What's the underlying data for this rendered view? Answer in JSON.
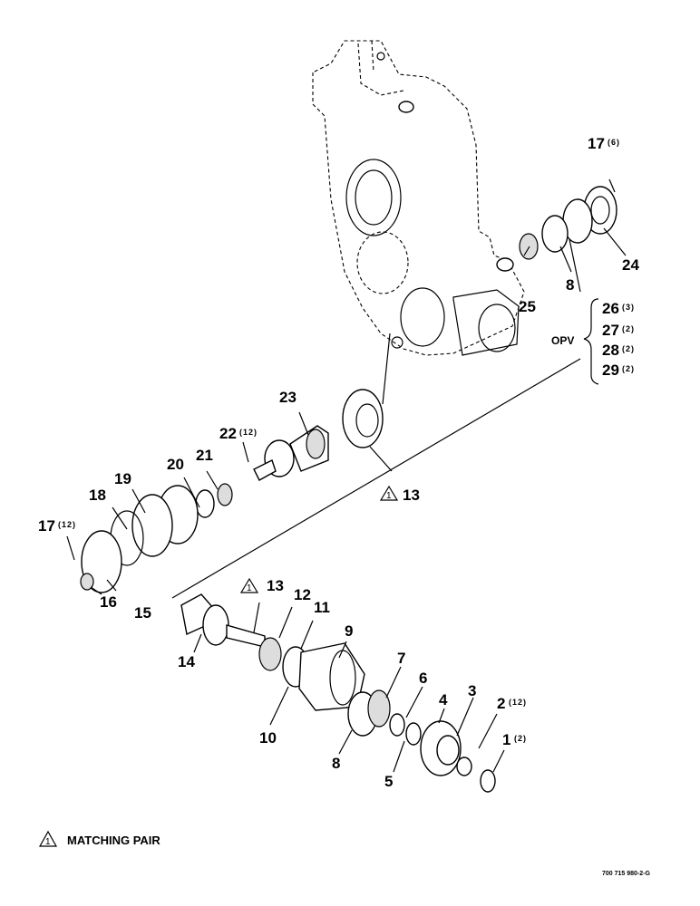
{
  "callouts": {
    "c1": "1",
    "c1q": "(2)",
    "c2": "2",
    "c2q": "(12)",
    "c3": "3",
    "c4": "4",
    "c5": "5",
    "c6": "6",
    "c7": "7",
    "c8a": "8",
    "c8b": "8",
    "c9": "9",
    "c10": "10",
    "c11": "11",
    "c12": "12",
    "c13a": "13",
    "c13b": "13",
    "c14": "14",
    "c15": "15",
    "c16": "16",
    "c17a": "17",
    "c17aq": "(12)",
    "c17b": "17",
    "c17bq": "(6)",
    "c18": "18",
    "c19": "19",
    "c20": "20",
    "c21": "21",
    "c22": "22",
    "c22q": "(12)",
    "c23": "23",
    "c24": "24",
    "c25": "25",
    "c26": "26",
    "c26q": "(3)",
    "c27": "27",
    "c27q": "(2)",
    "c28": "28",
    "c28q": "(2)",
    "c29": "29",
    "c29q": "(2)"
  },
  "opv_label": "OPV",
  "triangle_mark": "1",
  "legend": {
    "mark": "1",
    "text": "MATCHING PAIR"
  },
  "doc_number": "700 715 980-2-G"
}
